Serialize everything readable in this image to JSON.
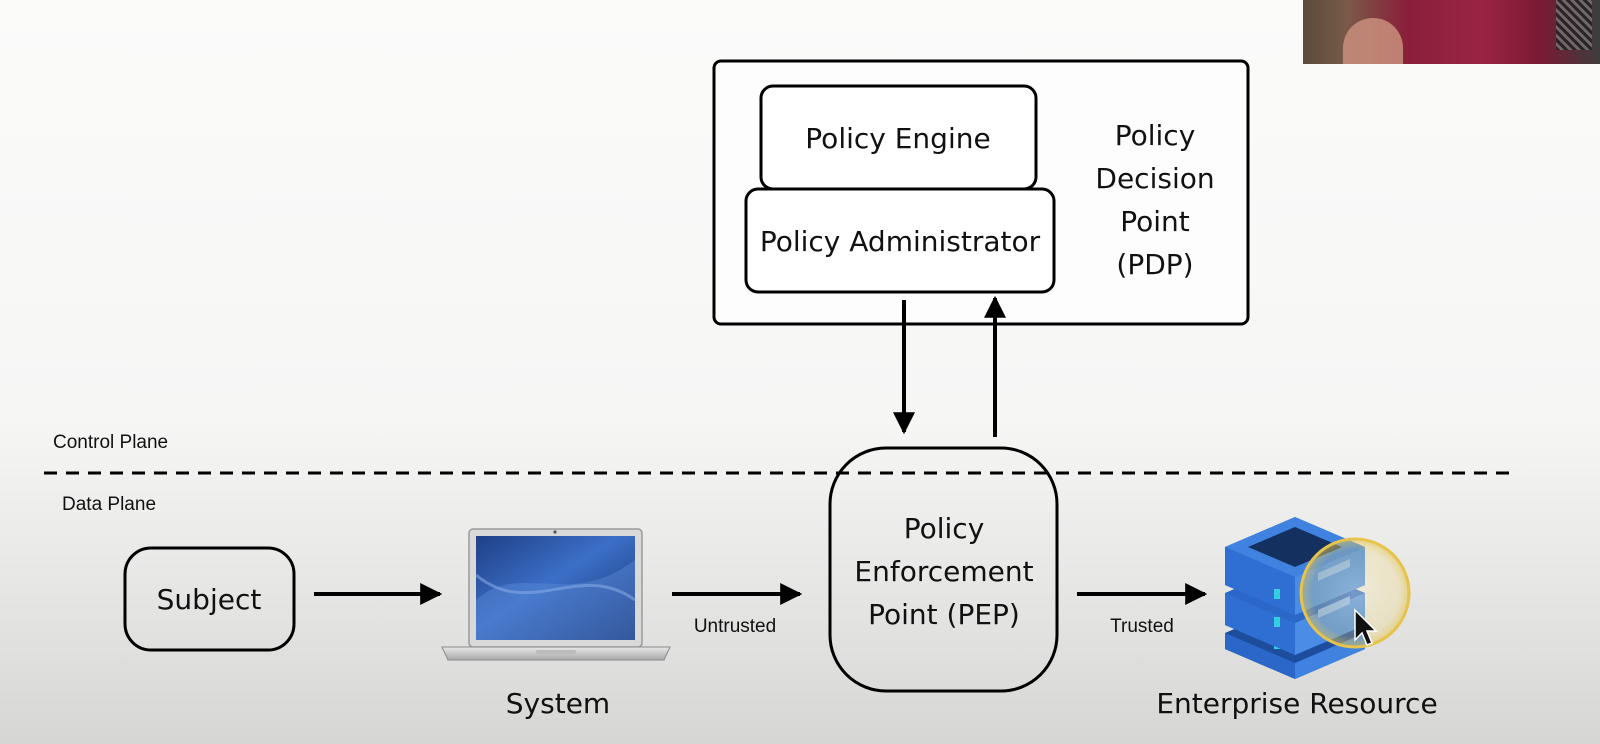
{
  "pdp": {
    "policy_engine": "Policy Engine",
    "policy_administrator": "Policy Administrator",
    "label_lines": [
      "Policy",
      "Decision",
      "Point",
      "(PDP)"
    ]
  },
  "planes": {
    "control": "Control Plane",
    "data": "Data Plane"
  },
  "pep": {
    "label_lines": [
      "Policy",
      "Enforcement",
      "Point (PEP)"
    ]
  },
  "subject": "Subject",
  "system": "System",
  "enterprise_resource": "Enterprise Resource",
  "edges": {
    "untrusted": "Untrusted",
    "trusted": "Trusted"
  },
  "icons": {
    "system": "laptop-icon",
    "resource": "server-stack-icon",
    "cursor": "cursor-icon",
    "webcam": "presenter-webcam"
  },
  "colors": {
    "server_blue": "#2a67c9",
    "server_dark": "#14305e",
    "server_led": "#35d0e0",
    "highlight": "#e6c34a"
  }
}
